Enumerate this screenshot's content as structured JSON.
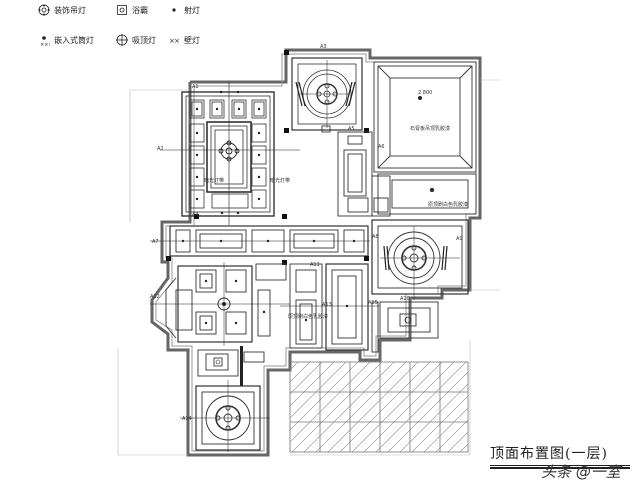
{
  "legend": {
    "items": [
      {
        "label": "装饰吊灯",
        "icon": "chandelier-icon"
      },
      {
        "label": "浴霸",
        "icon": "bath-heater-icon"
      },
      {
        "label": "射灯",
        "icon": "spotlight-icon"
      },
      {
        "label": "嵌入式筒灯",
        "icon": "recessed-downlight-icon"
      },
      {
        "label": "吸顶灯",
        "icon": "ceiling-light-icon"
      },
      {
        "label": "壁灯",
        "icon": "wall-lamp-icon"
      }
    ]
  },
  "plan": {
    "title": "顶面布置图(一层)",
    "labels": {
      "a1": "A1",
      "a2": "A2",
      "a3": "A3",
      "a4": "A4",
      "a5": "A5",
      "a6": "A6",
      "a7": "A7",
      "a8": "A8",
      "a9": "A9",
      "a10": "A10",
      "a11": "A11",
      "a12": "A12",
      "a13": "A13",
      "a14": "A14",
      "a15": "A15",
      "elev": "石膏板吊顶乳胶漆",
      "elev2": "原顶刷白色乳胶漆",
      "elev3": "原顶刷白色乳胶漆",
      "note": "暗光灯带",
      "note2": "暗光灯带",
      "h": "2.800"
    }
  },
  "watermark": "头条 @一室"
}
